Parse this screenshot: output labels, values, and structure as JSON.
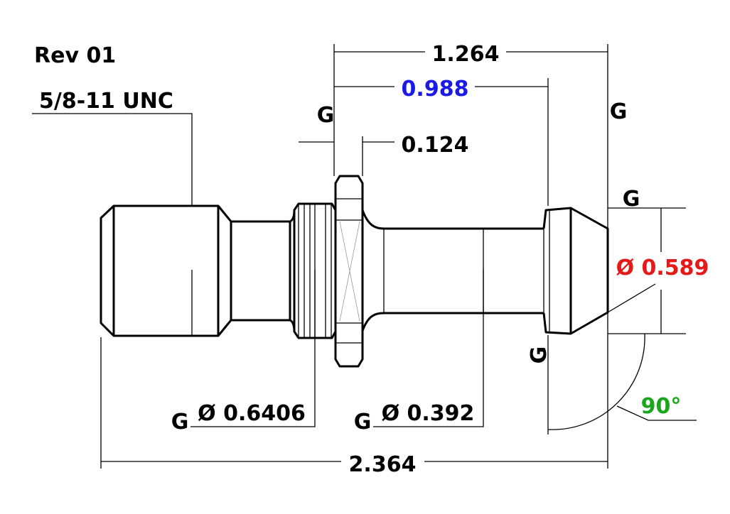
{
  "revision": "Rev 01",
  "thread": "5/8-11 UNC",
  "gdt_symbol": "G",
  "dimensions": {
    "overall_length": "2.364",
    "flange_to_end": "1.264",
    "flange_to_head": {
      "value": "0.988",
      "color": "#1a1ae6"
    },
    "flange_thickness": "0.124",
    "head_diameter": {
      "value": "Ø 0.589",
      "color": "#e61919"
    },
    "groove_diameter": "Ø 0.6406",
    "shank_diameter": "Ø 0.392",
    "cone_angle": {
      "value": "90°",
      "color": "#1aa61a"
    }
  }
}
